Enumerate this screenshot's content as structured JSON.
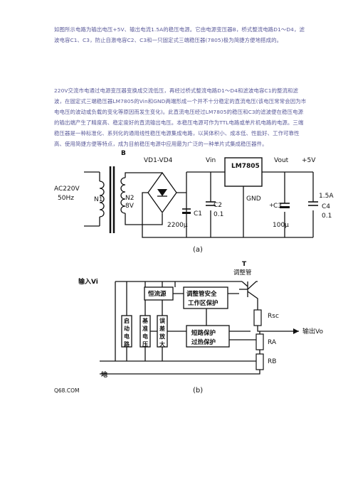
{
  "intro": {
    "p1": "如图所示电路为输出电压+5V、输出电流1.5A的稳压电源。它由电源变压器B，桥式整流电路D1～D4，滤波电容C1、C3，防止自激电容C2、C3和一只固定式三端稳压器(7805)极为简捷方便地搭成的。",
    "p2": "220V交流市电通过电源变压器变换成交流低压，再经过桥式整流电路D1～D4和滤波电容C1的整流和滤波，在固定式三端稳压器LM7805的Vin和GND两端形成一个并不十分稳定的直流电压(该电压常常会因为市电电压的波动或负载的变化等原因而发生变化)。此直流电压经过LM7805的稳压和C3的滤波便在稳压电源的输出端产生了精度高、稳定度好的直流输出电压。本稳压电源可作为TTL电路或单片机电路的电源。三端稳压器是一种标准化、系列化的通用线性稳压电源集成电路，以其体积小、成本低、性能好、工作可靠性高、使用简捷方便等特点，成为目前稳压电源中应用最为广泛的一种单片式集成稳压器件。"
  },
  "fig_a": {
    "ac_source": "AC220V",
    "ac_freq": "50Hz",
    "transformer": "B",
    "primary": "N1",
    "secondary": "N2",
    "secondary_v": "8V",
    "bridge": "VD1-VD4",
    "c1_name": "C1",
    "c1_value": "2200μ",
    "vin": "Vin",
    "c2_name": "C2",
    "c2_value": "0.1",
    "regulator": "LM7805",
    "gnd": "GND",
    "vout": "Vout",
    "c3_name": "C3",
    "c3_value": "100μ",
    "out_v": "+5V",
    "out_i": "1.5A",
    "c4_name": "C4",
    "c4_value": "0.1",
    "caption": "(a)"
  },
  "fig_b": {
    "input": "输入Vi",
    "transistor": "T",
    "transistor_label": "调整管",
    "ccs": "恒流源",
    "protect1_line1": "调整管安全",
    "protect1_line2": "工作区保护",
    "start": "启动电路",
    "ref": "基准电压",
    "amp": "误差放大",
    "protect2_line1": "短路保护",
    "protect2_line2": "过热保护",
    "rsc": "Rsc",
    "ra": "RA",
    "rb": "RB",
    "output": "输出Vo",
    "ground": "地",
    "caption": "(b)",
    "watermark": "Q68.COM"
  }
}
